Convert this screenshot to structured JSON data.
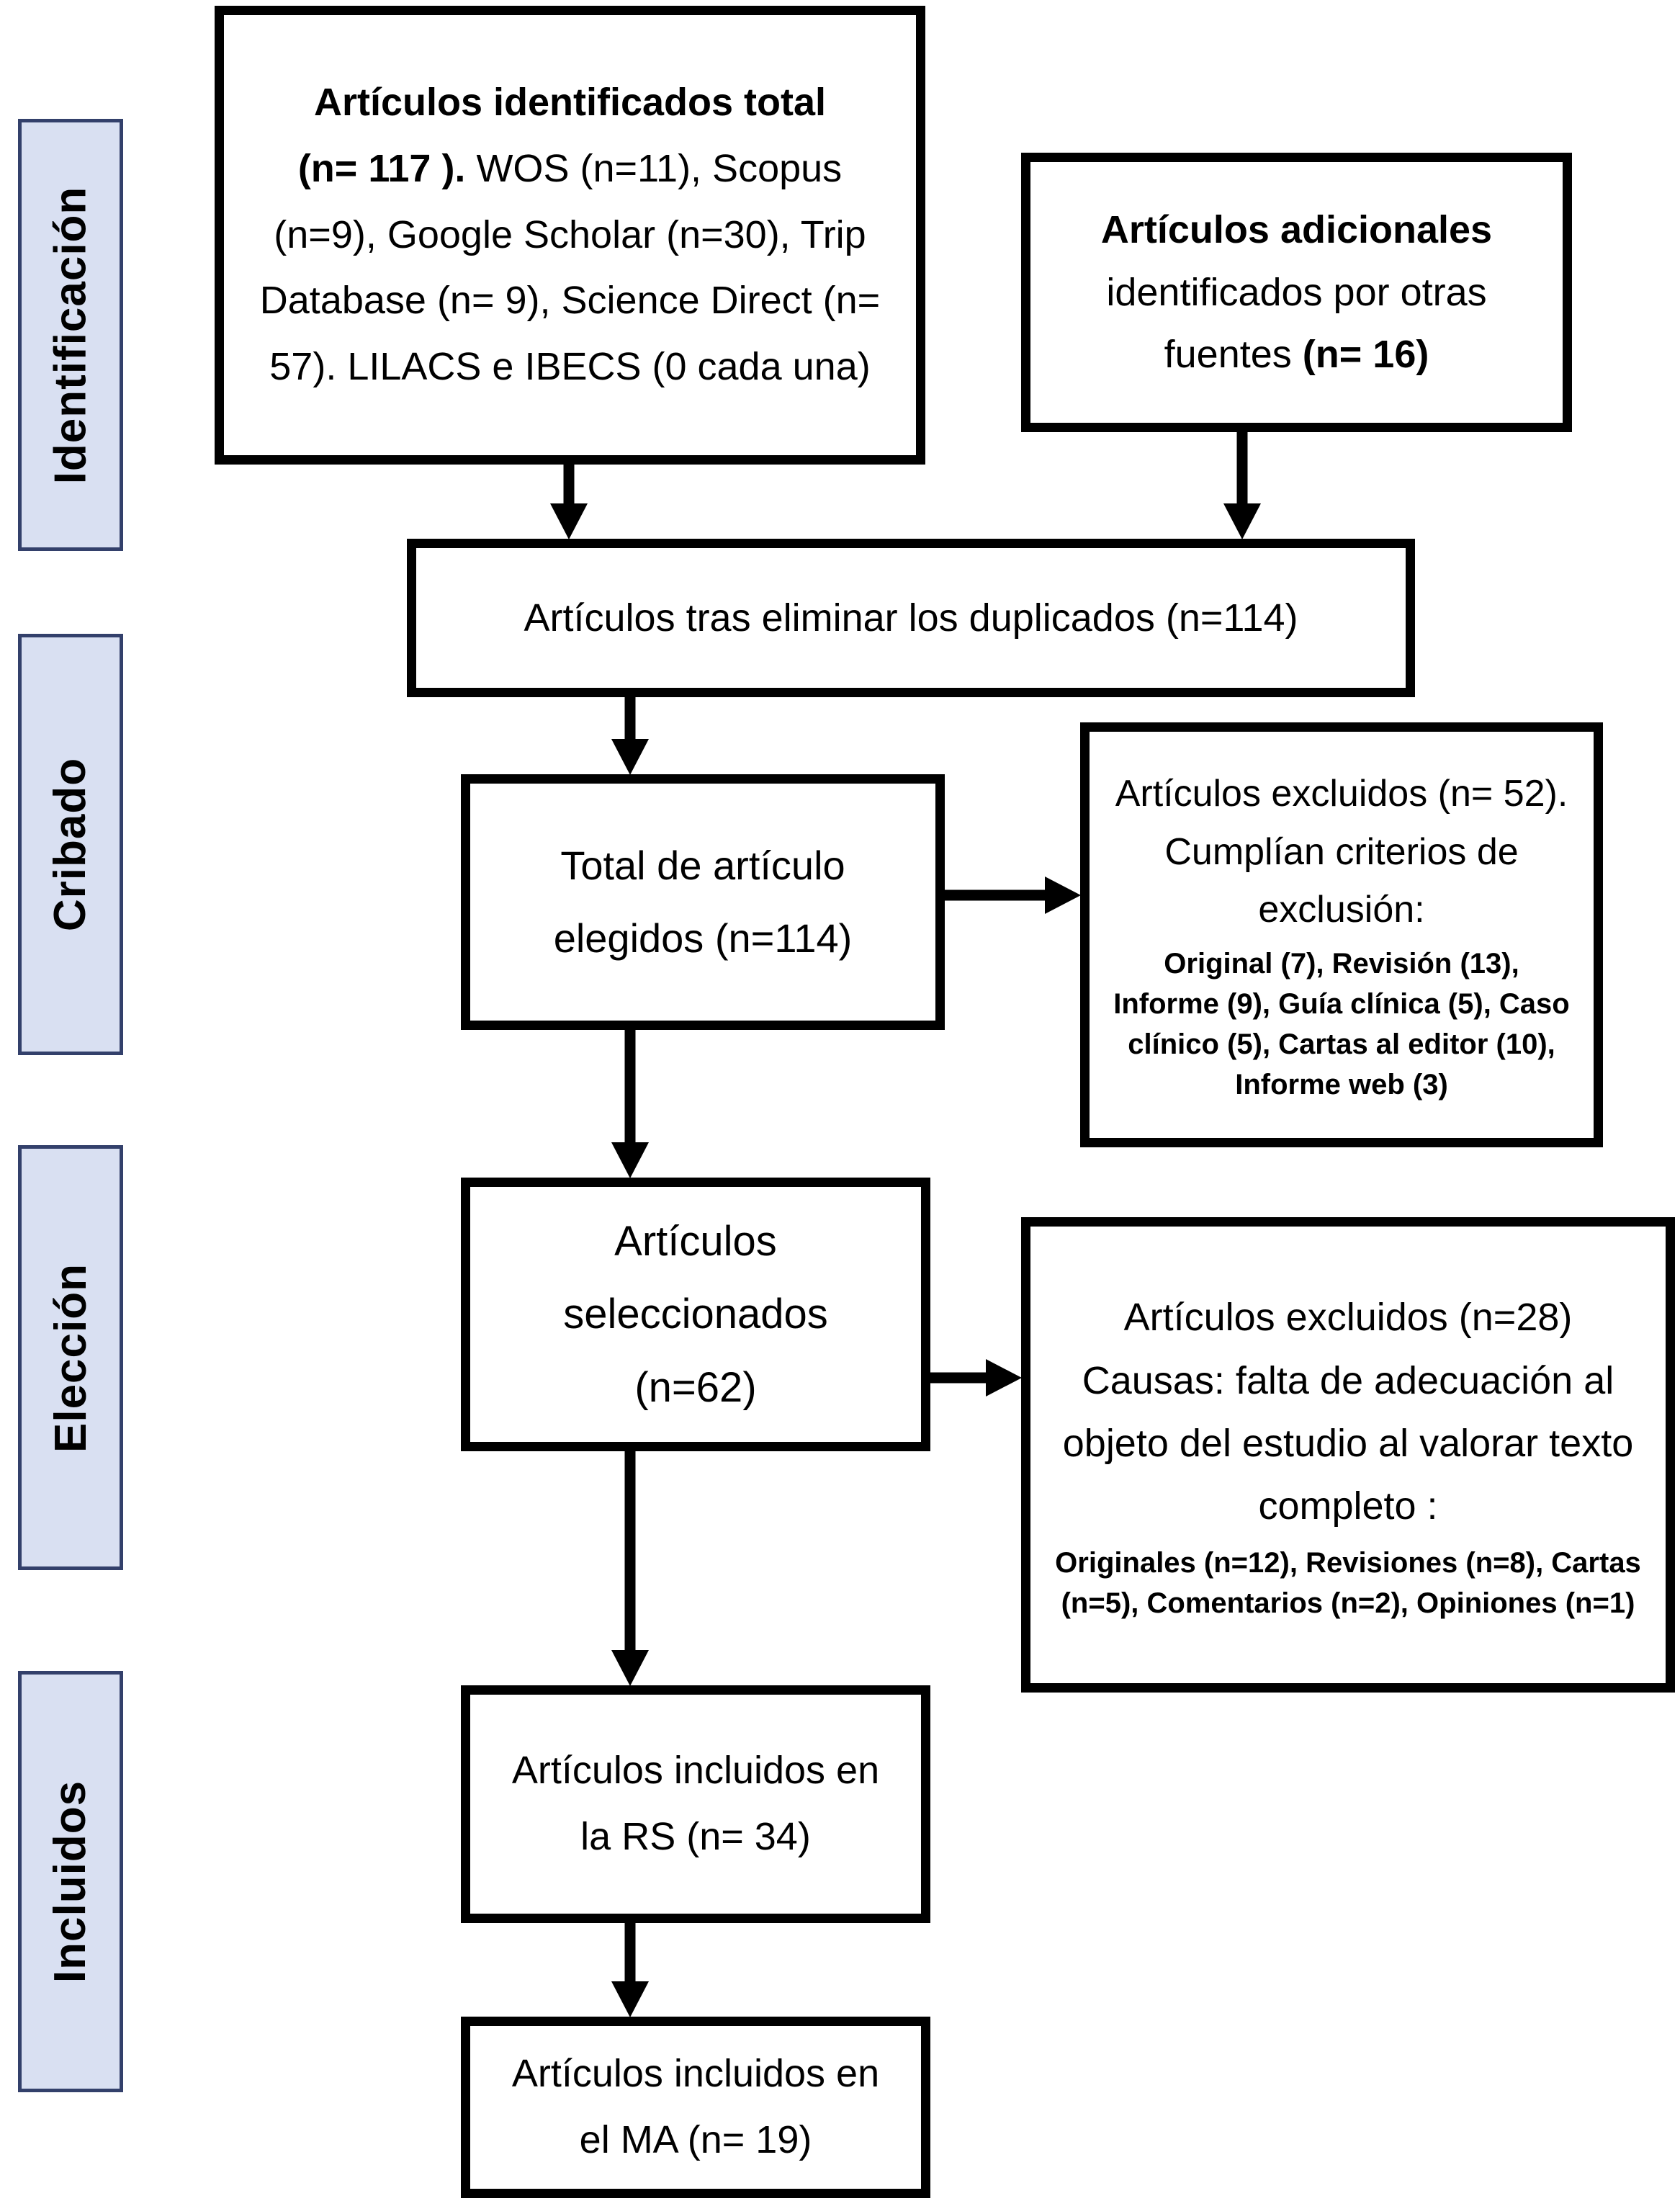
{
  "figure": {
    "type": "prisma-flow-diagram",
    "language": "es",
    "colors": {
      "stage_fill": "#d9e0f2",
      "stage_border": "#33406b",
      "box_border": "#000000",
      "background": "#ffffff",
      "text": "#000000"
    }
  },
  "sidebar": {
    "stages": [
      {
        "label": "Identificación"
      },
      {
        "label": "Cribado"
      },
      {
        "label": "Elección"
      },
      {
        "label": "Incluidos"
      }
    ]
  },
  "flow": {
    "identified_total": {
      "title": "Artículos identificados total",
      "count": "(n= 117 ).",
      "body": "WOS (n=11), Scopus (n=9), Google Scholar (n=30), Trip Database (n= 9), Science Direct (n= 57). LILACS e IBECS (0 cada una)"
    },
    "additional_sources": {
      "title": "Artículos adicionales",
      "body": "identificados por otras fuentes",
      "count": "(n= 16)"
    },
    "after_duplicates": {
      "text": "Artículos tras eliminar los duplicados (n=114)"
    },
    "total_chosen": {
      "text": "Total de artículo elegidos (n=114)"
    },
    "excluded_screening": {
      "text": "Artículos excluidos (n= 52). Cumplían criterios de exclusión:",
      "detail": "Original (7), Revisión (13), Informe (9), Guía clínica (5), Caso clínico (5), Cartas al editor (10), Informe web (3)"
    },
    "selected": {
      "text": "Artículos seleccionados (n=62)"
    },
    "excluded_fulltext": {
      "text": "Artículos excluidos (n=28) Causas: falta de adecuación al objeto del estudio al valorar texto completo :",
      "detail": "Originales (n=12), Revisiones (n=8), Cartas (n=5), Comentarios (n=2), Opiniones (n=1)"
    },
    "included_rs": {
      "text": "Artículos incluidos en la RS (n= 34)"
    },
    "included_ma": {
      "text": "Artículos incluidos en el MA (n= 19)"
    }
  }
}
